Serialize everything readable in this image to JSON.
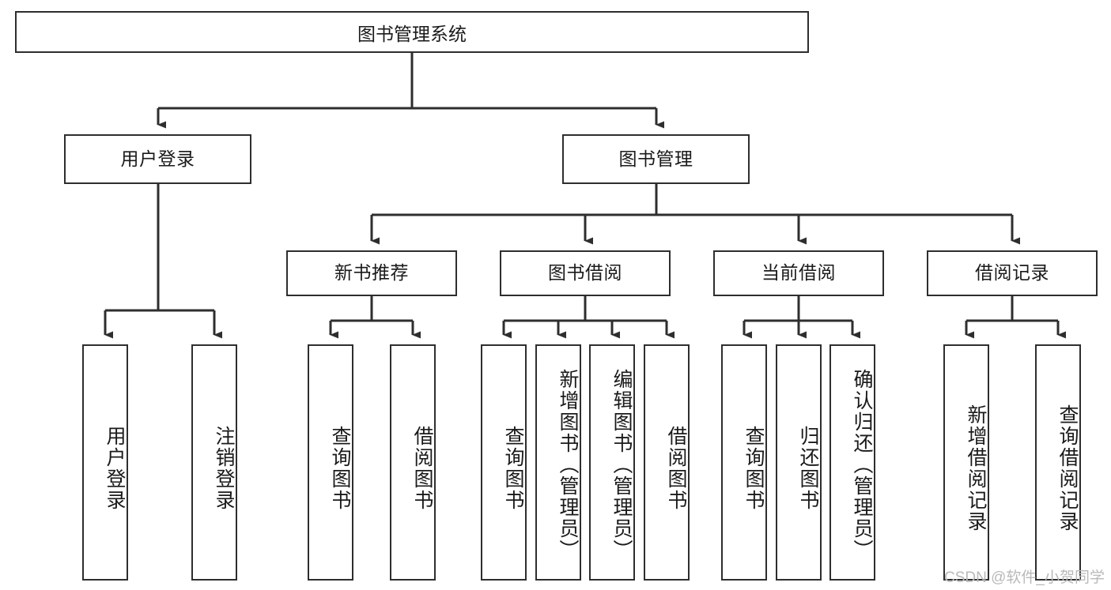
{
  "diagram": {
    "title": "图书管理系统",
    "type": "tree",
    "watermark": "CSDN @软件_小贺同学",
    "colors": {
      "box_border": "#2e2e2e",
      "box_fill": "#ffffff",
      "connector": "#2e2e2e",
      "text": "#1a1a1a",
      "watermark": "#b9b9b9"
    },
    "nodes": {
      "root": {
        "label": "图书管理系统",
        "level": 1
      },
      "user_login": {
        "label": "用户登录",
        "level": 2
      },
      "book_manage": {
        "label": "图书管理",
        "level": 2
      },
      "new_book_rec": {
        "label": "新书推荐",
        "level": 3
      },
      "book_borrow": {
        "label": "图书借阅",
        "level": 3
      },
      "current_borrow": {
        "label": "当前借阅",
        "level": 3
      },
      "borrow_record": {
        "label": "借阅记录",
        "level": 3
      },
      "leaf_user_login": {
        "label": "用户登录",
        "level": 4
      },
      "leaf_logout": {
        "label": "注销登录",
        "level": 4
      },
      "leaf_query_book_1": {
        "label": "查询图书",
        "level": 4
      },
      "leaf_borrow_book_1": {
        "label": "借阅图书",
        "level": 4
      },
      "leaf_query_book_2": {
        "label": "查询图书",
        "level": 4
      },
      "leaf_add_book": {
        "label": "新增图书（管理员）",
        "level": 4
      },
      "leaf_edit_book": {
        "label": "编辑图书（管理员）",
        "level": 4
      },
      "leaf_borrow_book_2": {
        "label": "借阅图书",
        "level": 4
      },
      "leaf_query_book_3": {
        "label": "查询图书",
        "level": 4
      },
      "leaf_return_book": {
        "label": "归还图书",
        "level": 4
      },
      "leaf_confirm_return": {
        "label": "确认归还（管理员）",
        "level": 4
      },
      "leaf_add_record": {
        "label": "新增借阅记录",
        "level": 4
      },
      "leaf_query_record": {
        "label": "查询借阅记录",
        "level": 4
      }
    },
    "edges": [
      {
        "from": "root",
        "to": "user_login"
      },
      {
        "from": "root",
        "to": "book_manage"
      },
      {
        "from": "book_manage",
        "to": "new_book_rec"
      },
      {
        "from": "book_manage",
        "to": "book_borrow"
      },
      {
        "from": "book_manage",
        "to": "current_borrow"
      },
      {
        "from": "book_manage",
        "to": "borrow_record"
      },
      {
        "from": "user_login",
        "to": "leaf_user_login"
      },
      {
        "from": "user_login",
        "to": "leaf_logout"
      },
      {
        "from": "new_book_rec",
        "to": "leaf_query_book_1"
      },
      {
        "from": "new_book_rec",
        "to": "leaf_borrow_book_1"
      },
      {
        "from": "book_borrow",
        "to": "leaf_query_book_2"
      },
      {
        "from": "book_borrow",
        "to": "leaf_add_book"
      },
      {
        "from": "book_borrow",
        "to": "leaf_edit_book"
      },
      {
        "from": "book_borrow",
        "to": "leaf_borrow_book_2"
      },
      {
        "from": "current_borrow",
        "to": "leaf_query_book_3"
      },
      {
        "from": "current_borrow",
        "to": "leaf_return_book"
      },
      {
        "from": "current_borrow",
        "to": "leaf_confirm_return"
      },
      {
        "from": "borrow_record",
        "to": "leaf_add_record"
      },
      {
        "from": "borrow_record",
        "to": "leaf_query_record"
      }
    ]
  }
}
